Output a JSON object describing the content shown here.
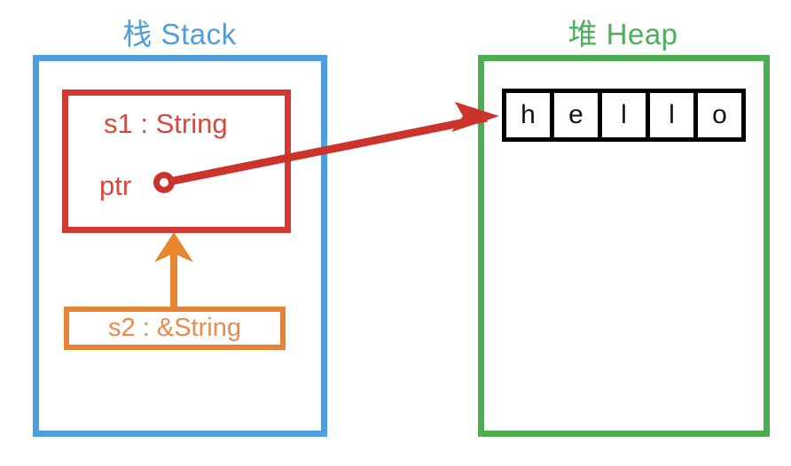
{
  "diagram": {
    "title_stack": "栈 Stack",
    "title_heap": "堆 Heap",
    "colors": {
      "stack_border": "#4e9ede",
      "stack_title": "#529cd8",
      "heap_border": "#4cae51",
      "heap_title": "#4dad5d",
      "s1_box": "#d33a33",
      "s1_text": "#d9483f",
      "s2_box": "#e78236",
      "s2_text": "#e88b4a",
      "pointer_arrow": "#cc342b",
      "ref_arrow": "#e7862f",
      "cell_border": "#000000",
      "cell_text": "#111111",
      "background": "#ffffff"
    }
  },
  "stack": {
    "s1": {
      "label": "s1 : String",
      "field_label": "ptr",
      "pointer_handle": "pointer-origin-circle"
    },
    "s2": {
      "label": "s2 : &String"
    }
  },
  "heap": {
    "string_value": "hello",
    "cells": [
      "h",
      "e",
      "l",
      "l",
      "o"
    ]
  },
  "arrows": {
    "ptr_to_heap": {
      "name": "ptr-to-heap-arrow",
      "from": "s1.ptr",
      "to": "heap.cells.0"
    },
    "s2_to_s1": {
      "name": "s2-to-s1-arrow",
      "from": "stack.s2",
      "to": "stack.s1"
    }
  }
}
